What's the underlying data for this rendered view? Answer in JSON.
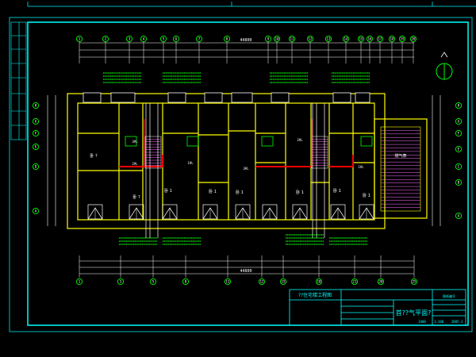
{
  "colors": {
    "background": "#000000",
    "frame": "#00ffff",
    "wall": "#ffff00",
    "dimension": "#ffffff",
    "axis_bubble": "#00ff00",
    "gas_pipe": "#ff0000",
    "annotation": "#00ff00",
    "room_text": "#ffffff",
    "tread": "#ff6bff"
  },
  "icons": [
    "north-arrow-icon"
  ],
  "top_axes": [
    "1",
    "2",
    "3",
    "4",
    "5",
    "6",
    "7",
    "8",
    "9",
    "10",
    "11",
    "12",
    "13",
    "14",
    "15",
    "16",
    "17",
    "18",
    "19",
    "20"
  ],
  "bottom_axes": [
    "1",
    "3",
    "5",
    "8",
    "11",
    "12",
    "15",
    "18",
    "21",
    "20",
    "25"
  ],
  "left_axes": [
    "H",
    "G",
    "F",
    "E",
    "D",
    "A"
  ],
  "right_axes": [
    "H",
    "G",
    "F",
    "E",
    "C",
    "B",
    "A"
  ],
  "top_dimension": "44800",
  "bottom_dimension": "44800",
  "room_labels": [
    "卧 ?",
    "卧 ?",
    "卧 1",
    "卧 1",
    "卧 1",
    "卧 1",
    "卧 1",
    "卧 1"
  ],
  "riser_labels": [
    "3#L",
    "2#L",
    "1#L",
    "3#L",
    "2#L",
    "1#L"
  ],
  "gas_label": "燃气表",
  "title_block": {
    "left_label": "??住宅楼工程图",
    "drawing_title": "首??气平面?",
    "small_label": "图纸编号",
    "bottom_values": [
      "3400",
      "1:100",
      "2005.3"
    ]
  }
}
